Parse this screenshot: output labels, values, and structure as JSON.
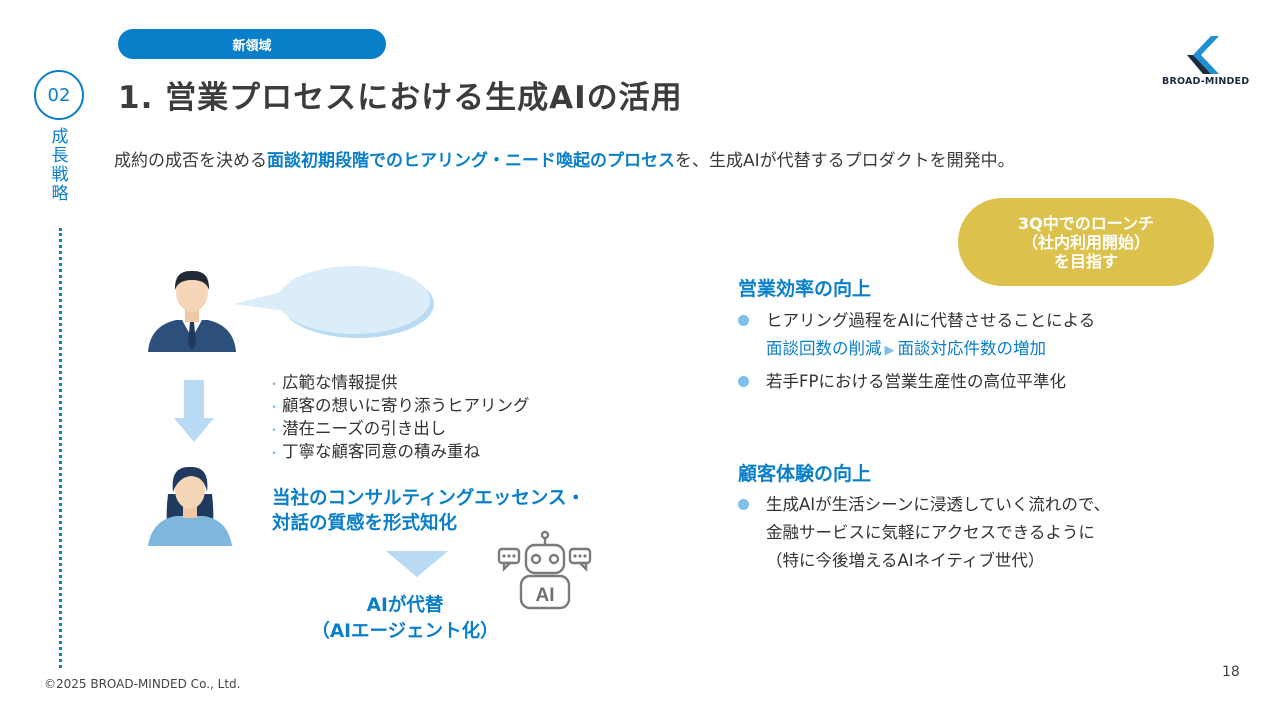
{
  "header": {
    "tag": "新領域",
    "section_number": "02",
    "section_label": [
      "成",
      "長",
      "戦",
      "略"
    ],
    "title": "1. 営業プロセスにおける生成AIの活用",
    "logo_text": "BROAD-MINDED"
  },
  "lead": {
    "prefix": "成約の成否を決める",
    "highlight": "面談初期段階でのヒアリング・ニード喚起のプロセス",
    "suffix": "を、生成AIが代替するプロダクトを開発中。"
  },
  "launch_badge": [
    "3Q中でのローンチ",
    "（社内利用開始）",
    "を目指す"
  ],
  "illustration": {
    "hearing_points": [
      "広範な情報提供",
      "顧客の想いに寄り添うヒアリング",
      "潜在ニーズの引き出し",
      "丁寧な顧客同意の積み重ね"
    ],
    "consulting_essence": [
      "当社のコンサルティングエッセンス・",
      "対話の質感を形式知化"
    ],
    "robot_label": "AI",
    "ai_replace": [
      "AIが代替",
      "（AIエージェント化）"
    ]
  },
  "benefits": {
    "efficiency_title": "営業効率の向上",
    "efficiency_item1": "ヒアリング過程をAIに代替させることによる",
    "efficiency_item1_from": "面談回数の削減",
    "efficiency_item1_arrow": "▶",
    "efficiency_item1_to": "面談対応件数の増加",
    "efficiency_item2": "若手FPにおける営業生産性の高位平準化",
    "cx_title": "顧客体験の向上",
    "cx_lines": [
      "生成AIが生活シーンに浸透していく流れので、",
      "金融サービスに気軽にアクセスできるように",
      "（特に今後増えるAIネイティブ世代）"
    ]
  },
  "footer": {
    "copyright": "©2025 BROAD-MINDED Co., Ltd.",
    "page_number": "18"
  },
  "colors": {
    "primary_blue": "#0a7fc9",
    "light_blue": "#7ec0ea",
    "badge_gold": "#dcc24c"
  }
}
